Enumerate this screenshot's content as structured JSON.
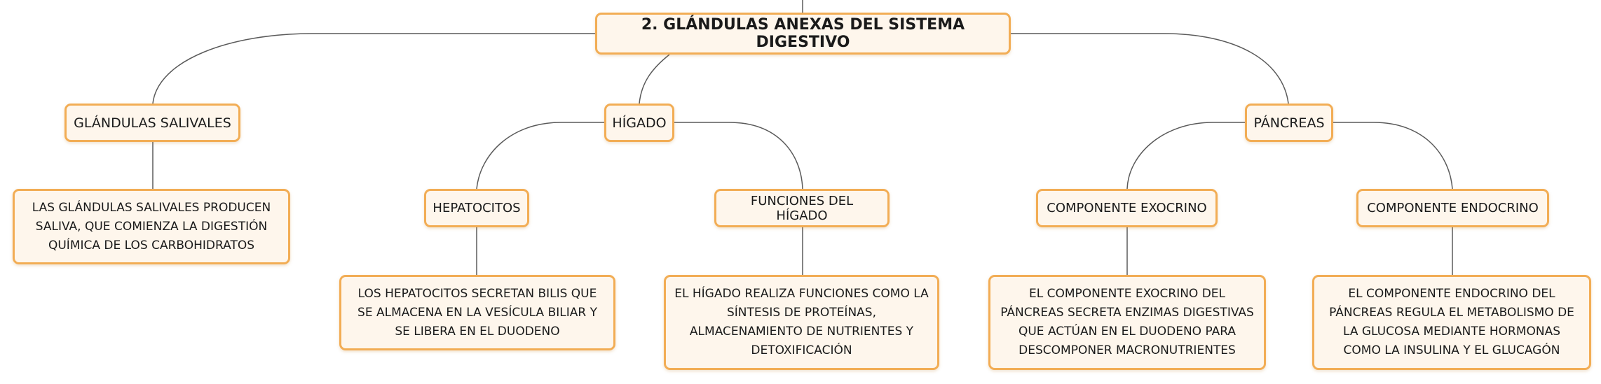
{
  "diagram": {
    "root": {
      "label": "2. GLÁNDULAS ANEXAS DEL SISTEMA DIGESTIVO"
    },
    "salivales": {
      "label": "GLÁNDULAS SALIVALES",
      "description": "LAS GLÁNDULAS SALIVALES PRODUCEN SALIVA, QUE COMIENZA LA DIGESTIÓN QUÍMICA DE LOS CARBOHIDRATOS"
    },
    "higado": {
      "label": "HÍGADO",
      "hepatocitos": {
        "label": "HEPATOCITOS",
        "description": "LOS HEPATOCITOS SECRETAN BILIS QUE SE ALMACENA EN LA VESÍCULA BILIAR Y SE LIBERA EN EL DUODENO"
      },
      "funciones": {
        "label": "FUNCIONES DEL HÍGADO",
        "description": "EL HÍGADO REALIZA FUNCIONES COMO LA SÍNTESIS DE PROTEÍNAS, ALMACENAMIENTO DE NUTRIENTES Y DETOXIFICACIÓN"
      }
    },
    "pancreas": {
      "label": "PÁNCREAS",
      "exocrino": {
        "label": "COMPONENTE EXOCRINO",
        "description": "EL COMPONENTE EXOCRINO DEL PÁNCREAS SECRETA ENZIMAS DIGESTIVAS QUE ACTÚAN EN EL DUODENO PARA DESCOMPONER MACRONUTRIENTES"
      },
      "endocrino": {
        "label": "COMPONENTE ENDOCRINO",
        "description": "EL COMPONENTE ENDOCRINO DEL PÁNCREAS REGULA EL METABOLISMO DE LA GLUCOSA MEDIANTE HORMONAS COMO LA INSULINA Y EL GLUCAGÓN"
      }
    }
  }
}
